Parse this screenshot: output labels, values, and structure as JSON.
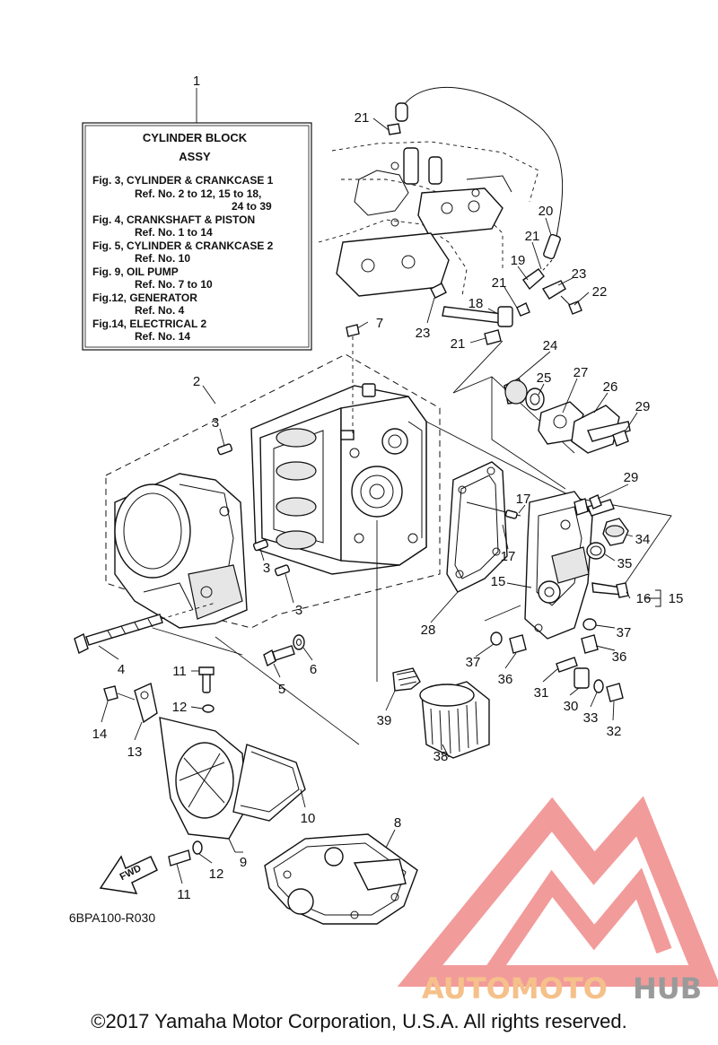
{
  "info_box": {
    "ref": "1",
    "title_line1": "CYLINDER BLOCK",
    "title_line2": "ASSY",
    "lines": [
      "Fig. 3, CYLINDER & CRANKCASE 1",
      "Ref. No. 2 to 12, 15 to 18,",
      "24 to 39",
      "Fig. 4, CRANKSHAFT & PISTON",
      "Ref. No. 1 to 14",
      "Fig. 5, CYLINDER & CRANKCASE 2",
      "Ref. No. 10",
      "Fig. 9, OIL PUMP",
      "Ref. No. 7 to 10",
      "Fig.12, GENERATOR",
      "Ref. No. 4",
      "Fig.14, ELECTRICAL 2",
      "Ref. No. 14"
    ]
  },
  "callouts": [
    {
      "id": "c21a",
      "text": "21"
    },
    {
      "id": "c20",
      "text": "20"
    },
    {
      "id": "c21b",
      "text": "21"
    },
    {
      "id": "c19",
      "text": "19"
    },
    {
      "id": "c23a",
      "text": "23"
    },
    {
      "id": "c22",
      "text": "22"
    },
    {
      "id": "c21c",
      "text": "21"
    },
    {
      "id": "c18",
      "text": "18"
    },
    {
      "id": "c23b",
      "text": "23"
    },
    {
      "id": "c21d",
      "text": "21"
    },
    {
      "id": "c7",
      "text": "7"
    },
    {
      "id": "c24",
      "text": "24"
    },
    {
      "id": "c25",
      "text": "25"
    },
    {
      "id": "c27",
      "text": "27"
    },
    {
      "id": "c26",
      "text": "26"
    },
    {
      "id": "c29a",
      "text": "29"
    },
    {
      "id": "c2",
      "text": "2"
    },
    {
      "id": "c3a",
      "text": "3"
    },
    {
      "id": "c29b",
      "text": "29"
    },
    {
      "id": "c17a",
      "text": "17"
    },
    {
      "id": "c17b",
      "text": "17"
    },
    {
      "id": "c34",
      "text": "34"
    },
    {
      "id": "c35",
      "text": "35"
    },
    {
      "id": "c3b",
      "text": "3"
    },
    {
      "id": "c15a",
      "text": "15"
    },
    {
      "id": "c16",
      "text": "16"
    },
    {
      "id": "c15b",
      "text": "15"
    },
    {
      "id": "c3c",
      "text": "3"
    },
    {
      "id": "c28",
      "text": "28"
    },
    {
      "id": "c37a",
      "text": "37"
    },
    {
      "id": "c37b",
      "text": "37"
    },
    {
      "id": "c36a",
      "text": "36"
    },
    {
      "id": "c36b",
      "text": "36"
    },
    {
      "id": "c4",
      "text": "4"
    },
    {
      "id": "c6",
      "text": "6"
    },
    {
      "id": "c5",
      "text": "5"
    },
    {
      "id": "c11a",
      "text": "11"
    },
    {
      "id": "c12a",
      "text": "12"
    },
    {
      "id": "c14",
      "text": "14"
    },
    {
      "id": "c13",
      "text": "13"
    },
    {
      "id": "c39",
      "text": "39"
    },
    {
      "id": "c31",
      "text": "31"
    },
    {
      "id": "c30",
      "text": "30"
    },
    {
      "id": "c33",
      "text": "33"
    },
    {
      "id": "c32",
      "text": "32"
    },
    {
      "id": "c38",
      "text": "38"
    },
    {
      "id": "c10",
      "text": "10"
    },
    {
      "id": "c8",
      "text": "8"
    },
    {
      "id": "c9",
      "text": "9"
    },
    {
      "id": "c12b",
      "text": "12"
    },
    {
      "id": "c11b",
      "text": "11"
    }
  ],
  "fwd_label": "FWD",
  "drawing_code": "6BPA100-R030",
  "watermark": {
    "part1": "AUTOMOTO",
    "part2": "HUB",
    "color1": "#f5c08a",
    "color2": "#9a9a9a",
    "logo_color": "#f08a8a"
  },
  "copyright": "©2017 Yamaha Motor Corporation, U.S.A. All rights reserved."
}
